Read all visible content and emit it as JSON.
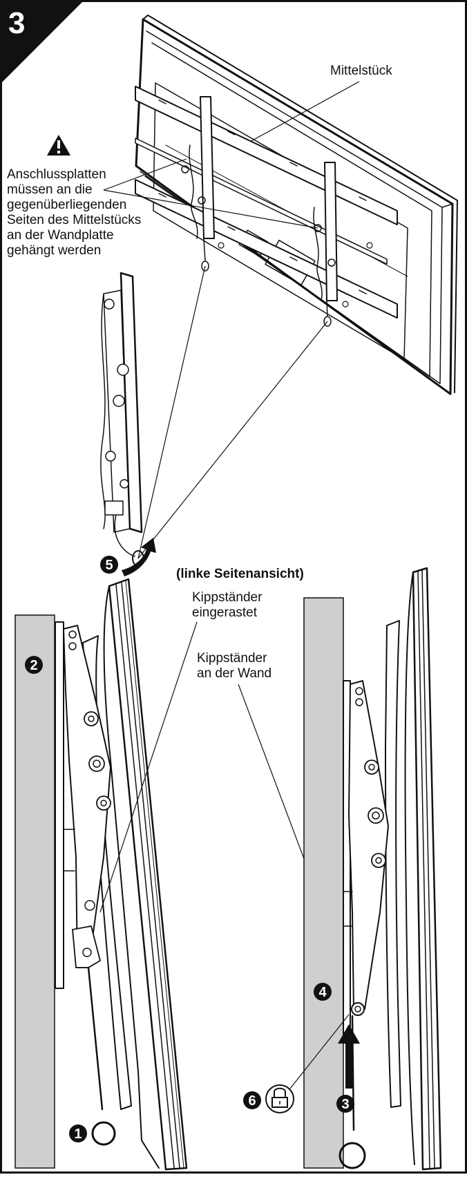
{
  "step": {
    "number": "3"
  },
  "labels": {
    "center_piece": "Mittelstück",
    "warning_lines": [
      "Anschlussplatten",
      "müssen an die",
      "gegenüberliegenden",
      "Seiten des Mittelstücks",
      "an der Wandplatte",
      "gehängt werden"
    ],
    "side_view": "(linke Seitenansicht)",
    "tilt_locked_lines": [
      "Kippständer",
      "eingerastet"
    ],
    "tilt_wall_lines": [
      "Kippständer",
      "an der Wand"
    ]
  },
  "callouts": {
    "c1": "1",
    "c2": "2",
    "c3": "3",
    "c4": "4",
    "c5": "5",
    "c6": "6"
  },
  "icons": [
    "warning-icon",
    "padlock-icon",
    "arrow-up-icon",
    "curved-arrow-icon"
  ],
  "colors": {
    "wall": "#cfcfcf",
    "ink": "#111111",
    "paper": "#ffffff"
  }
}
